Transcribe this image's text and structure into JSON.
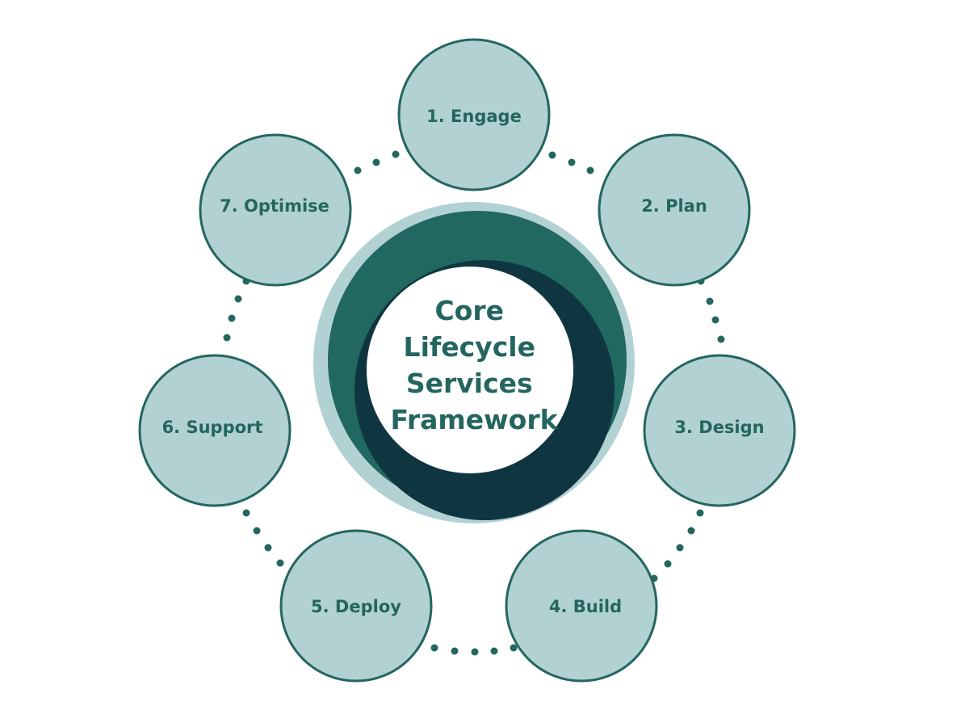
{
  "center": {
    "lines": [
      "Core",
      "Lifecycle",
      "Services",
      "Framework"
    ]
  },
  "stages": [
    {
      "label": "1. Engage"
    },
    {
      "label": "2. Plan"
    },
    {
      "label": "3. Design"
    },
    {
      "label": "4. Build"
    },
    {
      "label": "5. Deploy"
    },
    {
      "label": "6. Support"
    },
    {
      "label": "7. Optimise"
    }
  ],
  "colors": {
    "stage_fill": "#b2d1d3",
    "stage_stroke": "#24665f",
    "stage_text": "#24665f",
    "ring_outer": "#b2d1d3",
    "ring_teal": "#216861",
    "ring_dark": "#0f3640",
    "center_fill": "#ffffff",
    "center_text": "#24665f",
    "dots": "#24665f"
  }
}
